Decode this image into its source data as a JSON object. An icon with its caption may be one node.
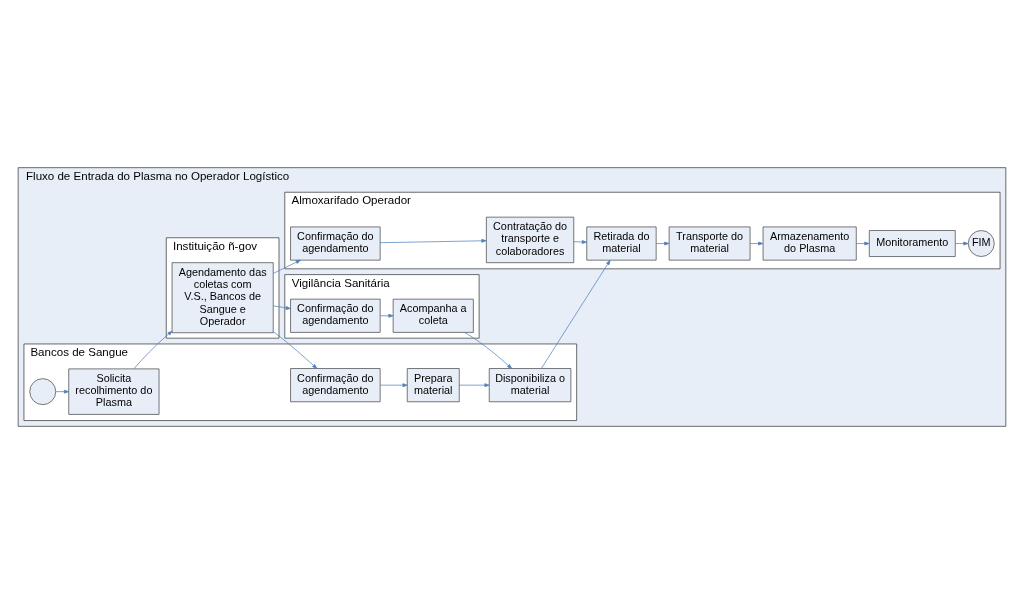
{
  "diagram": {
    "nodes": [
      {
        "text": [
          "Fluxo de Entrada do Plasma no Operador Logístico"
        ]
      },
      {
        "text": [
          "Almoxarifado Operador"
        ],
        "in": 0
      },
      {
        "text": [
          "Confirmação do agendamento"
        ],
        "in": 1
      },
      {
        "text": [
          "Contratação do transporte e colaboradores"
        ],
        "in": 1
      },
      {
        "text": [
          "Retirada do material"
        ],
        "in": 1
      },
      {
        "text": [
          "Transporte do material"
        ],
        "in": 1
      },
      {
        "text": [
          "Armazenamento do Plasma"
        ],
        "in": 1
      },
      {
        "text": [
          "Monitoramento"
        ],
        "in": 1
      },
      {
        "text": [
          "FIM"
        ],
        "in": 1
      },
      {
        "text": [
          "Bancos de Sangue"
        ],
        "in": 0
      },
      {
        "text": [],
        "shape": "circle",
        "in": 9
      },
      {
        "text": [
          "Solicita recolhimento do Plasma"
        ],
        "in": 9
      },
      {
        "text": [
          "Confirmação do agendamento"
        ],
        "in": 9
      },
      {
        "text": [
          "Prepara material"
        ],
        "in": 9
      },
      {
        "text": [
          "Disponibiliza o material"
        ],
        "in": 9
      },
      {
        "text": [
          "Vigilância Sanitária"
        ],
        "in": 0
      },
      {
        "text": [
          "Confirmação do agendamento"
        ],
        "in": 15
      },
      {
        "text": [
          "Acompanha a coleta"
        ],
        "in": 15
      },
      {
        "text": [
          "Instituição ñ-gov"
        ],
        "in": 0
      },
      {
        "text": [
          "Agendamento das coletas com V.S., Bancos de Sangue e Operador"
        ],
        "in": 18
      }
    ],
    "edges": [
      {
        "from": 2,
        "to": 3,
        "arrow": "to"
      },
      {
        "from": 3,
        "to": 4,
        "arrow": "to"
      },
      {
        "from": 4,
        "to": 5,
        "arrow": "to"
      },
      {
        "from": 5,
        "to": 6,
        "arrow": "to"
      },
      {
        "from": 6,
        "to": 7,
        "arrow": "to"
      },
      {
        "from": 7,
        "to": 8,
        "arrow": "to"
      },
      {
        "from": 10,
        "to": 11,
        "arrow": "to"
      },
      {
        "from": 11,
        "to": 19,
        "arrow": "to"
      },
      {
        "from": 19,
        "to": 2,
        "arrow": "to"
      },
      {
        "from": 19,
        "to": 12,
        "arrow": "to"
      },
      {
        "from": 19,
        "to": 16,
        "arrow": "to"
      },
      {
        "from": 12,
        "to": 13,
        "arrow": "to"
      },
      {
        "from": 13,
        "to": 14,
        "arrow": "to"
      },
      {
        "from": 16,
        "to": 17,
        "arrow": "to"
      },
      {
        "from": 17,
        "to": 14,
        "arrow": "to"
      },
      {
        "from": 14,
        "to": 4,
        "arrow": "to"
      }
    ]
  }
}
